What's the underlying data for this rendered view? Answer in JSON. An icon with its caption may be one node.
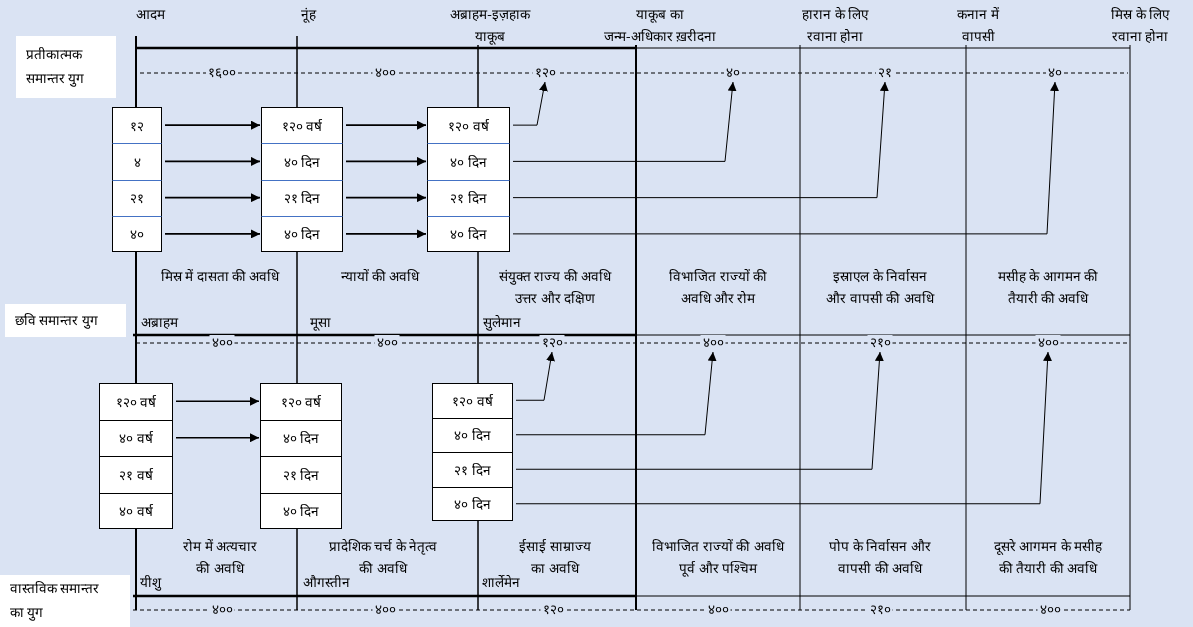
{
  "diagram": {
    "nodes": [
      {
        "text": [
          "प्रतीकात्मक समान्तर युग"
        ]
      },
      {
        "text": [
          "१२०"
        ]
      },
      {
        "text": [
          "४०"
        ]
      },
      {
        "text": [
          "२१"
        ]
      },
      {
        "text": [
          "४०"
        ]
      },
      {
        "text": [
          "१२"
        ]
      },
      {
        "text": [
          "४"
        ]
      },
      {
        "text": [
          "२१"
        ]
      },
      {
        "text": [
          "४०"
        ]
      },
      {
        "text": [
          "१२० वर्ष"
        ]
      },
      {
        "text": [
          "४० दिन"
        ]
      },
      {
        "text": [
          "२१ दिन"
        ]
      },
      {
        "text": [
          "४० दिन"
        ]
      },
      {
        "text": [
          "१२० वर्ष"
        ]
      },
      {
        "text": [
          "४० दिन"
        ]
      },
      {
        "text": [
          "२१ दिन"
        ]
      },
      {
        "text": [
          "४० दिन"
        ]
      },
      {
        "text": [
          "छवि समान्तर युग"
        ]
      },
      {
        "text": [
          "१२०"
        ]
      },
      {
        "text": [
          "४००"
        ]
      },
      {
        "text": [
          "२१०"
        ]
      },
      {
        "text": [
          "४००"
        ]
      },
      {
        "text": [
          "१२० वर्ष"
        ]
      },
      {
        "text": [
          "४० वर्ष"
        ]
      },
      {
        "text": [
          "२१ वर्ष"
        ]
      },
      {
        "text": [
          "४० वर्ष"
        ]
      },
      {
        "text": [
          "१२० वर्ष"
        ]
      },
      {
        "text": [
          "४० दिन"
        ]
      },
      {
        "text": [
          "२१ दिन"
        ]
      },
      {
        "text": [
          "४० दिन"
        ]
      },
      {
        "text": [
          "१२० वर्ष"
        ]
      },
      {
        "text": [
          "४० दिन"
        ]
      },
      {
        "text": [
          "२१ दिन"
        ]
      },
      {
        "text": [
          "४० दिन"
        ]
      },
      {
        "text": [
          "वास्तविक समान्तर का युग"
        ]
      },
      {
        "text": [
          "१६००"
        ]
      },
      {
        "text": [
          "४००"
        ]
      },
      {
        "text": [
          "४००"
        ]
      },
      {
        "text": [
          "४००"
        ]
      },
      {
        "text": [
          "४००"
        ]
      },
      {
        "text": [
          "४००"
        ]
      },
      {
        "text": [
          "१२०"
        ]
      },
      {
        "text": [
          "४००"
        ]
      },
      {
        "text": [
          "२१०"
        ]
      },
      {
        "text": [
          "४००"
        ]
      }
    ],
    "edges": [
      {
        "from": 5,
        "to": 9,
        "arrow": "to"
      },
      {
        "from": 6,
        "to": 10,
        "arrow": "to"
      },
      {
        "from": 7,
        "to": 11,
        "arrow": "to"
      },
      {
        "from": 8,
        "to": 12,
        "arrow": "to"
      },
      {
        "from": 9,
        "to": 13,
        "arrow": "to"
      },
      {
        "from": 10,
        "to": 14,
        "arrow": "to"
      },
      {
        "from": 11,
        "to": 15,
        "arrow": "to"
      },
      {
        "from": 12,
        "to": 16,
        "arrow": "to"
      },
      {
        "from": 13,
        "to": 1,
        "arrow": "to"
      },
      {
        "from": 14,
        "to": 2,
        "arrow": "to"
      },
      {
        "from": 15,
        "to": 3,
        "arrow": "to"
      },
      {
        "from": 16,
        "to": 4,
        "arrow": "to"
      },
      {
        "from": 22,
        "to": 26,
        "arrow": "to"
      },
      {
        "from": 23,
        "to": 27,
        "arrow": "to"
      },
      {
        "from": 30,
        "to": 18,
        "arrow": "to"
      },
      {
        "from": 31,
        "to": 19,
        "arrow": "to"
      },
      {
        "from": 32,
        "to": 20,
        "arrow": "to"
      },
      {
        "from": 33,
        "to": 21,
        "arrow": "to"
      }
    ],
    "labels": [
      "आदम",
      "नूंह",
      "अब्राहम-इज़हाक याकूब",
      "याकूब का जन्म-अधिकार ख़रीदना",
      "हारान के लिए रवाना होना",
      "कनान में वापसी",
      "मिस्र के लिए रवाना होना",
      "मिस्र में दासता की अवधि",
      "न्यायों की अवधि",
      "संयुक्त राज्य की अवधि उत्तर और दक्षिण",
      "विभाजित राज्यों की अवधि और रोम",
      "इस्राएल के निर्वासन और वापसी की अवधि",
      "मसीह के आगमन की तैयारी की अवधि",
      "अब्राहम",
      "मूसा",
      "सुलेमान",
      "रोम में अत्यचार की अवधि",
      "प्रादेशिक चर्च के नेतृत्व की अवधि",
      "ईसाई साम्राज्य का अवधि",
      "विभाजित राज्यों की अवधि पूर्व और पश्चिम",
      "पोप के निर्वासन और वापसी की अवधि",
      "दूसरे आगमन के मसीह की तैयारी की अवधि",
      "यीशु",
      "औगस्तीन",
      "शार्लेमेन"
    ]
  }
}
